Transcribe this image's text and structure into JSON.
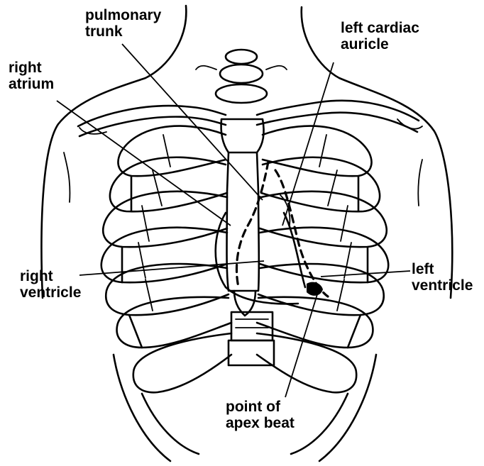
{
  "labels": {
    "pulmonary_trunk": [
      "pulmonary",
      "trunk"
    ],
    "right_atrium": [
      "right",
      "atrium"
    ],
    "left_cardiac_auricle": [
      "left cardiac",
      "auricle"
    ],
    "right_ventricle": [
      "right",
      "ventricle"
    ],
    "left_ventricle": [
      "left",
      "ventricle"
    ],
    "apex_beat": [
      "point of",
      "apex beat"
    ]
  },
  "colors": {
    "ink": "#000000",
    "background": "#ffffff"
  }
}
